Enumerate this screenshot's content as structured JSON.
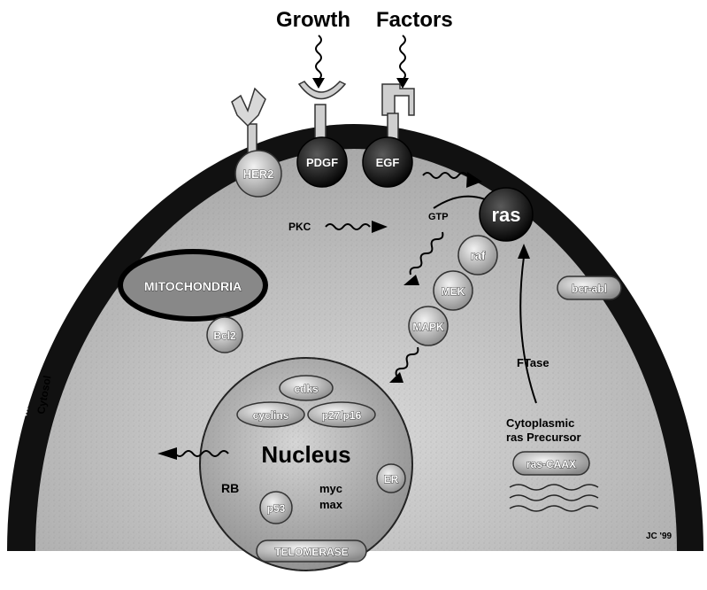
{
  "title": {
    "growth": "Growth",
    "factors": "Factors"
  },
  "receptors": {
    "her2": "HER2",
    "pdgf": "PDGF",
    "egf": "EGF"
  },
  "signaling": {
    "pkc": "PKC",
    "gtp": "GTP",
    "ras": "ras",
    "raf": "raf",
    "mek": "MEK",
    "mapk": "MAPK",
    "bcr_abl": "bcr-abl",
    "ftase": "FTase",
    "cytoplasmic_precursor": "Cytoplasmic\nras Precursor",
    "ras_caax": "ras-CAAX"
  },
  "organelles": {
    "mitochondria": "MITOCHONDRIA",
    "bcl2": "Bcl2"
  },
  "nucleus": {
    "label": "Nucleus",
    "cdks": "cdks",
    "cyclins": "cyclins",
    "p27_p16": "p27/p16",
    "rb": "RB",
    "myc": "myc",
    "max": "max",
    "p53": "p53",
    "er": "ER",
    "telomerase": "TELOMERASE"
  },
  "membrane_labels": {
    "membrane": "Membrane",
    "cytosol": "Cytosol"
  },
  "credit": "JC '99",
  "colors": {
    "membrane": "#111111",
    "cytosol": "#c9c9c9",
    "nucleus": "#bdbdbd",
    "receptor_dark": "#1a1a1a",
    "protein_light": "#d9d9d9"
  }
}
